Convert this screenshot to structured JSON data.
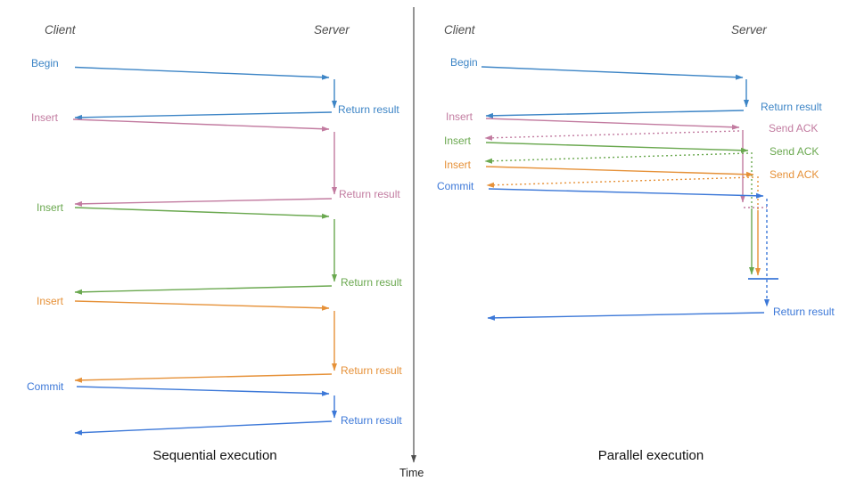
{
  "colors": {
    "begin_blue": "#3d85c6",
    "insert_pink": "#c27ba0",
    "insert_green": "#6aa84f",
    "insert_orange": "#e69138",
    "commit_blue": "#3c78d8",
    "axis_gray": "#4d4d4d"
  },
  "time_axis": {
    "label": "Time"
  },
  "left_panel": {
    "caption": "Sequential execution",
    "client": "Client",
    "server": "Server",
    "ops": [
      {
        "label": "Begin",
        "result": "Return result"
      },
      {
        "label": "Insert",
        "result": "Return result"
      },
      {
        "label": "Insert",
        "result": "Return result"
      },
      {
        "label": "Insert",
        "result": "Return result"
      },
      {
        "label": "Commit",
        "result": "Return result"
      }
    ]
  },
  "right_panel": {
    "caption": "Parallel execution",
    "client": "Client",
    "server": "Server",
    "ops": [
      {
        "label": "Begin",
        "result": "Return result"
      },
      {
        "label": "Insert",
        "ack": "Send ACK"
      },
      {
        "label": "Insert",
        "ack": "Send ACK"
      },
      {
        "label": "Insert",
        "ack": "Send ACK"
      },
      {
        "label": "Commit"
      }
    ],
    "final_result": "Return result"
  }
}
